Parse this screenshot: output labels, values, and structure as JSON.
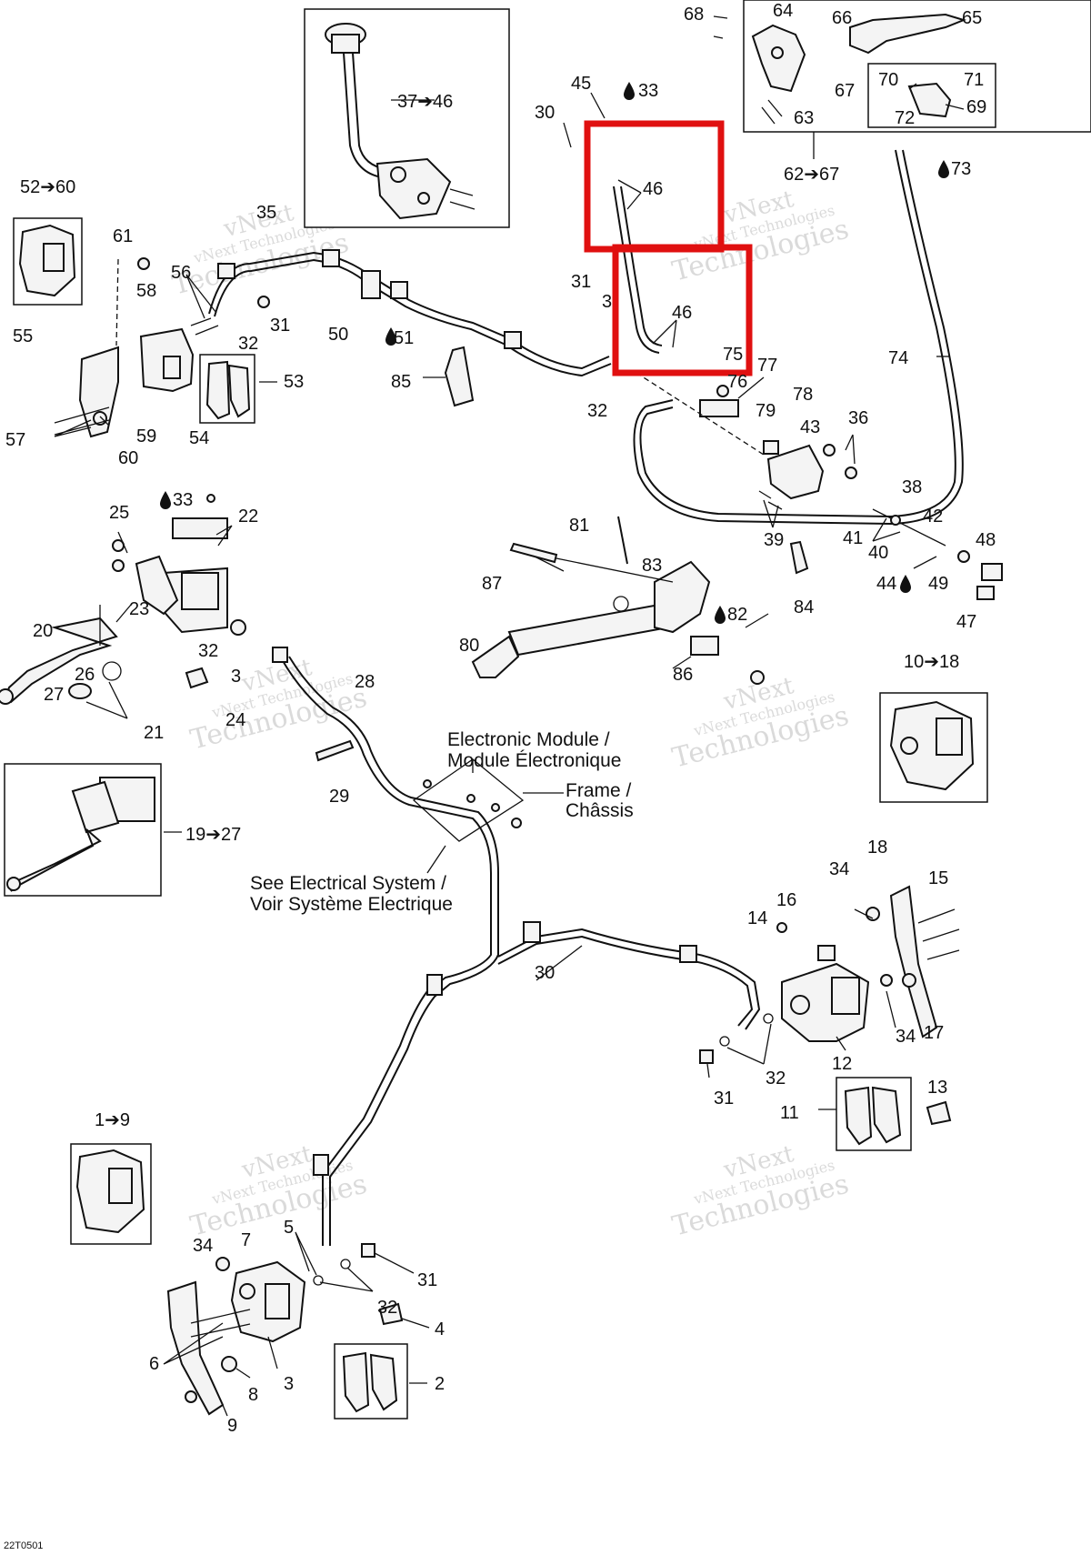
{
  "diagram": {
    "labels": [
      {
        "id": "l68",
        "text": "68"
      },
      {
        "id": "l64",
        "text": "64"
      },
      {
        "id": "l66",
        "text": "66"
      },
      {
        "id": "l65",
        "text": "65"
      },
      {
        "id": "l45",
        "text": "45"
      },
      {
        "id": "l33a",
        "text": "33"
      },
      {
        "id": "l30a",
        "text": "30"
      },
      {
        "id": "l37",
        "text": "37➔46"
      },
      {
        "id": "l70",
        "text": "70"
      },
      {
        "id": "l71",
        "text": "71"
      },
      {
        "id": "l67",
        "text": "67"
      },
      {
        "id": "l69",
        "text": "69"
      },
      {
        "id": "l72",
        "text": "72"
      },
      {
        "id": "l63",
        "text": "63"
      },
      {
        "id": "l62",
        "text": "62➔67"
      },
      {
        "id": "l73",
        "text": "73"
      },
      {
        "id": "l46a",
        "text": "46"
      },
      {
        "id": "l52",
        "text": "52➔60"
      },
      {
        "id": "l35",
        "text": "35"
      },
      {
        "id": "l61",
        "text": "61"
      },
      {
        "id": "l56",
        "text": "56"
      },
      {
        "id": "l58",
        "text": "58"
      },
      {
        "id": "l31a",
        "text": "31"
      },
      {
        "id": "l55",
        "text": "55"
      },
      {
        "id": "l32a",
        "text": "32"
      },
      {
        "id": "l50",
        "text": "50"
      },
      {
        "id": "l51",
        "text": "51"
      },
      {
        "id": "l31b",
        "text": "31"
      },
      {
        "id": "l3x",
        "text": "3"
      },
      {
        "id": "l46b",
        "text": "46"
      },
      {
        "id": "l75",
        "text": "75"
      },
      {
        "id": "l74",
        "text": "74"
      },
      {
        "id": "l53",
        "text": "53"
      },
      {
        "id": "l85",
        "text": "85"
      },
      {
        "id": "l77",
        "text": "77"
      },
      {
        "id": "l76",
        "text": "76"
      },
      {
        "id": "l57",
        "text": "57"
      },
      {
        "id": "l59",
        "text": "59"
      },
      {
        "id": "l54",
        "text": "54"
      },
      {
        "id": "l60",
        "text": "60"
      },
      {
        "id": "l32b",
        "text": "32"
      },
      {
        "id": "l79",
        "text": "79"
      },
      {
        "id": "l78",
        "text": "78"
      },
      {
        "id": "l43",
        "text": "43"
      },
      {
        "id": "l36",
        "text": "36"
      },
      {
        "id": "l33b",
        "text": "33"
      },
      {
        "id": "l22",
        "text": "22"
      },
      {
        "id": "l25",
        "text": "25"
      },
      {
        "id": "l38",
        "text": "38"
      },
      {
        "id": "l81",
        "text": "81"
      },
      {
        "id": "l42",
        "text": "42"
      },
      {
        "id": "l41",
        "text": "41"
      },
      {
        "id": "l48",
        "text": "48"
      },
      {
        "id": "l39",
        "text": "39"
      },
      {
        "id": "l40",
        "text": "40"
      },
      {
        "id": "l87",
        "text": "87"
      },
      {
        "id": "l83",
        "text": "83"
      },
      {
        "id": "l44",
        "text": "44"
      },
      {
        "id": "l49",
        "text": "49"
      },
      {
        "id": "l23",
        "text": "23"
      },
      {
        "id": "l84",
        "text": "84"
      },
      {
        "id": "l20",
        "text": "20"
      },
      {
        "id": "l82",
        "text": "82"
      },
      {
        "id": "l47",
        "text": "47"
      },
      {
        "id": "l32c",
        "text": "32"
      },
      {
        "id": "l80",
        "text": "80"
      },
      {
        "id": "l10",
        "text": "10➔18"
      },
      {
        "id": "l26",
        "text": "26"
      },
      {
        "id": "l3y",
        "text": "3"
      },
      {
        "id": "l28",
        "text": "28"
      },
      {
        "id": "l27",
        "text": "27"
      },
      {
        "id": "l24",
        "text": "24"
      },
      {
        "id": "l86",
        "text": "86"
      },
      {
        "id": "l21",
        "text": "21"
      },
      {
        "id": "l29",
        "text": "29"
      },
      {
        "id": "l19",
        "text": "19➔27"
      },
      {
        "id": "l18",
        "text": "18"
      },
      {
        "id": "l34a",
        "text": "34"
      },
      {
        "id": "l15",
        "text": "15"
      },
      {
        "id": "l16",
        "text": "16"
      },
      {
        "id": "l14",
        "text": "14"
      },
      {
        "id": "l30b",
        "text": "30"
      },
      {
        "id": "l34b",
        "text": "34"
      },
      {
        "id": "l17",
        "text": "17"
      },
      {
        "id": "l12",
        "text": "12"
      },
      {
        "id": "l32d",
        "text": "32"
      },
      {
        "id": "l31c",
        "text": "31"
      },
      {
        "id": "l13",
        "text": "13"
      },
      {
        "id": "l11",
        "text": "11"
      },
      {
        "id": "l1",
        "text": "1➔9"
      },
      {
        "id": "l34c",
        "text": "34"
      },
      {
        "id": "l7",
        "text": "7"
      },
      {
        "id": "l5",
        "text": "5"
      },
      {
        "id": "l31d",
        "text": "31"
      },
      {
        "id": "l32e",
        "text": "32"
      },
      {
        "id": "l4",
        "text": "4"
      },
      {
        "id": "l6",
        "text": "6"
      },
      {
        "id": "l3z",
        "text": "3"
      },
      {
        "id": "l8",
        "text": "8"
      },
      {
        "id": "l2",
        "text": "2"
      },
      {
        "id": "l9",
        "text": "9"
      }
    ],
    "callouts": {
      "electronic_module_en": "Electronic Module /",
      "electronic_module_fr": "Module Électronique",
      "frame_en": "Frame /",
      "frame_fr": "Châssis",
      "electrical_en": "See Electrical System /",
      "electrical_fr": "Voir Système Electrique"
    },
    "watermark": {
      "line1": "vNext",
      "line2": "vNext Technologies",
      "line3": "Technologies"
    },
    "drawing_code": "22T0501",
    "colors": {
      "line": "#111111",
      "highlight": "#e01010",
      "watermark": "#bdbdbd"
    }
  }
}
